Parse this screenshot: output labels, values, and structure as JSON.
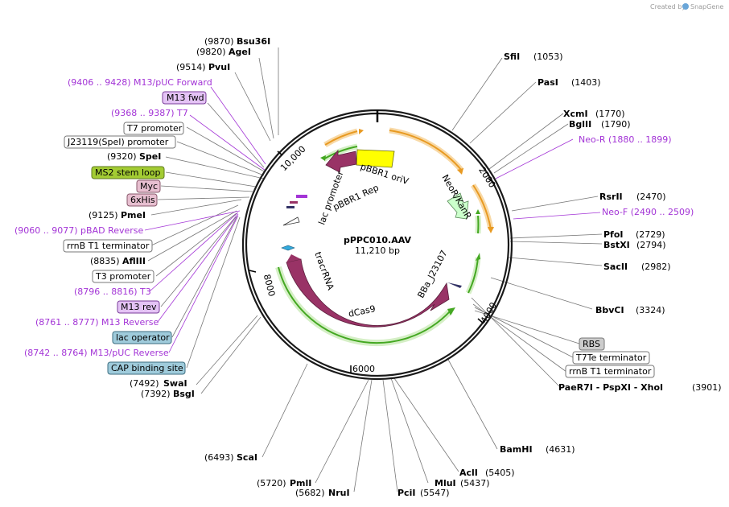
{
  "header": {
    "credit": "Created by",
    "brand": "SnapGene"
  },
  "plasmid": {
    "name": "pPPC010.AAV",
    "length": "11,210 bp",
    "length_bp": 11210
  },
  "ticks": [
    "2000",
    "4000",
    "6000",
    "8000",
    "10,000"
  ],
  "features": [
    {
      "name": "pBBR1 oriV",
      "color": "#ffff00"
    },
    {
      "name": "pBBR1 Rep",
      "color": "#993366"
    },
    {
      "name": "NeoR/KanR",
      "color": "#ccffcc"
    },
    {
      "name": "lac promoter",
      "color": "#ffffff"
    },
    {
      "name": "tracrRNA",
      "color": "#993366"
    },
    {
      "name": "dCas9",
      "color": "#993366"
    },
    {
      "name": "BBa_J23107",
      "color": "#333366"
    }
  ],
  "sites": [
    {
      "pos": "(9870)",
      "name": "Bsu36I"
    },
    {
      "pos": "(9820)",
      "name": "AgeI"
    },
    {
      "pos": "(9514)",
      "name": "PvuI"
    },
    {
      "pos": "(9320)",
      "name": "SpeI"
    },
    {
      "pos": "(9125)",
      "name": "PmeI"
    },
    {
      "pos": "(8835)",
      "name": "AflIII"
    },
    {
      "pos": "(7492)",
      "name": "SwaI"
    },
    {
      "pos": "(7392)",
      "name": "BsgI"
    },
    {
      "pos": "(6493)",
      "name": "ScaI"
    },
    {
      "pos": "(5720)",
      "name": "PmlI"
    },
    {
      "pos": "(5682)",
      "name": "NruI"
    },
    {
      "pos": "(5547)",
      "name": "PciI"
    },
    {
      "pos": "(5437)",
      "name": "MluI"
    },
    {
      "pos": "(5405)",
      "name": "AclI"
    },
    {
      "pos": "(4631)",
      "name": "BamHI"
    },
    {
      "pos": "(3901)",
      "name": "PaeR7I - PspXI - XhoI"
    },
    {
      "pos": "(3324)",
      "name": "BbvCI"
    },
    {
      "pos": "(2982)",
      "name": "SacII"
    },
    {
      "pos": "(2794)",
      "name": "BstXI"
    },
    {
      "pos": "(2729)",
      "name": "PfoI"
    },
    {
      "pos": "(2470)",
      "name": "RsrII"
    },
    {
      "pos": "(1790)",
      "name": "BglII"
    },
    {
      "pos": "(1770)",
      "name": "XcmI"
    },
    {
      "pos": "(1403)",
      "name": "PasI"
    },
    {
      "pos": "(1053)",
      "name": "SfiI"
    }
  ],
  "primers": [
    {
      "text": "(9406 .. 9428)  M13/pUC Forward"
    },
    {
      "text": "(9368 .. 9387)  T7"
    },
    {
      "text": "(9060 .. 9077)  pBAD Reverse"
    },
    {
      "text": "(8796 .. 8816)  T3"
    },
    {
      "text": "(8761 .. 8777)  M13 Reverse"
    },
    {
      "text": "(8742 .. 8764)  M13/pUC Reverse"
    },
    {
      "text": "Neo-R    (1880 .. 1899)"
    },
    {
      "text": "Neo-F    (2490 .. 2509)"
    }
  ],
  "boxed_labels": [
    {
      "text": "M13 fwd",
      "fill": "#e4c3f5",
      "stroke": "#7a3d9a"
    },
    {
      "text": "T7 promoter",
      "fill": "#ffffff",
      "stroke": "#777777"
    },
    {
      "text": "J23119(SpeI) promoter",
      "fill": "#ffffff",
      "stroke": "#777777"
    },
    {
      "text": "MS2 stem loop",
      "fill": "#a3cc33",
      "stroke": "#5f7a1f"
    },
    {
      "text": "Myc",
      "fill": "#e7bfd0",
      "stroke": "#8a5a6c"
    },
    {
      "text": "6xHis",
      "fill": "#e7bfd0",
      "stroke": "#8a5a6c"
    },
    {
      "text": "rrnB T1 terminator",
      "fill": "#ffffff",
      "stroke": "#777777"
    },
    {
      "text": "T3 promoter",
      "fill": "#ffffff",
      "stroke": "#777777"
    },
    {
      "text": "M13 rev",
      "fill": "#e4c3f5",
      "stroke": "#7a3d9a"
    },
    {
      "text": "lac operator",
      "fill": "#9fcbdb",
      "stroke": "#3c6e80"
    },
    {
      "text": "CAP binding site",
      "fill": "#9fcbdb",
      "stroke": "#3c6e80"
    },
    {
      "text": "RBS",
      "fill": "#cccccc",
      "stroke": "#777777"
    },
    {
      "text": "T7Te terminator",
      "fill": "#ffffff",
      "stroke": "#777777"
    },
    {
      "text": "rrnB T1 terminator",
      "fill": "#ffffff",
      "stroke": "#777777"
    }
  ]
}
